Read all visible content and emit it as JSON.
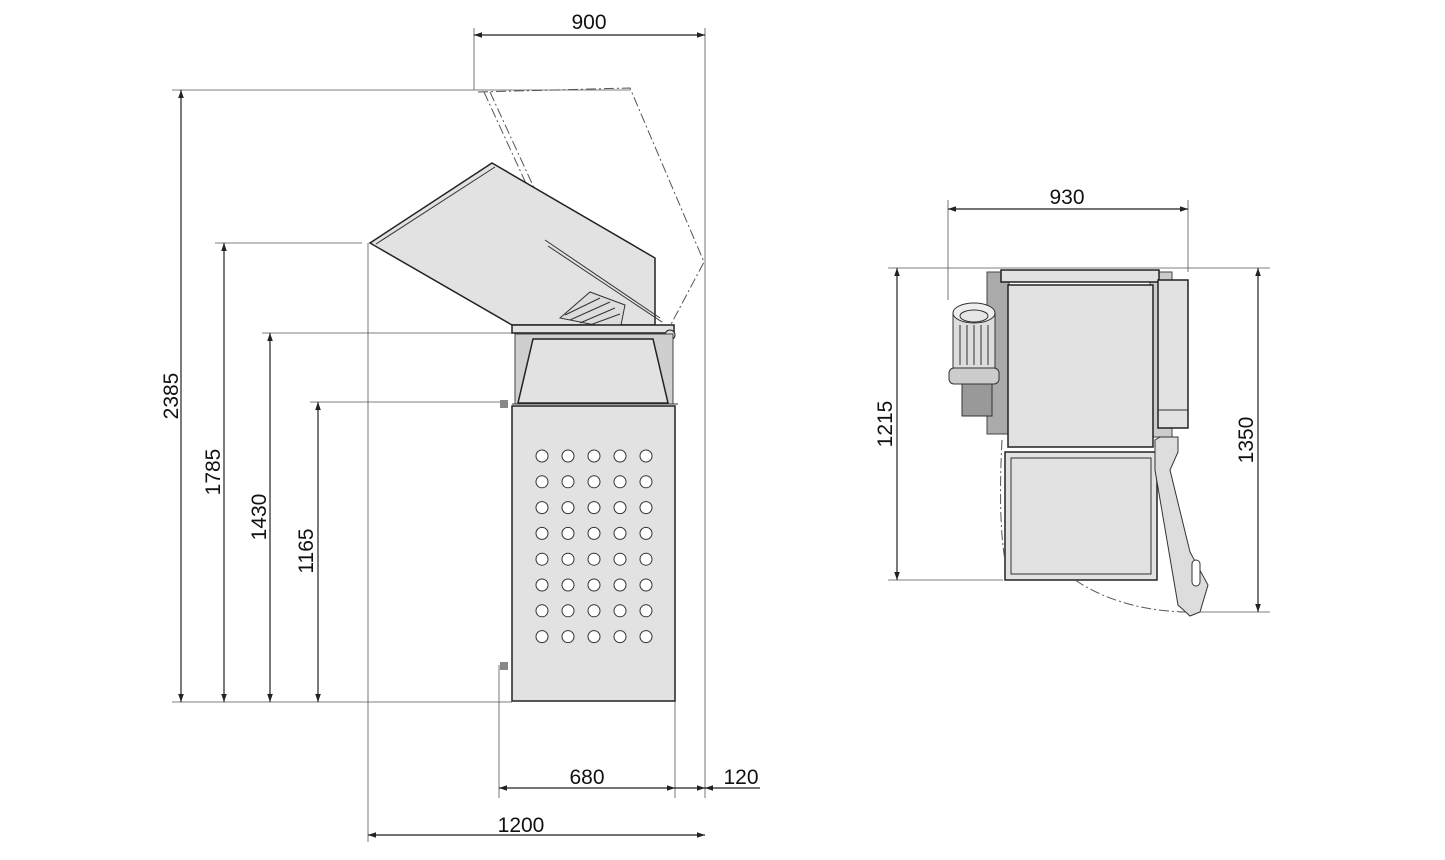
{
  "side_view": {
    "dimensions": {
      "hopper_open_width": "900",
      "total_height_open": "2385",
      "hopper_top_height": "1785",
      "lid_height": "1430",
      "body_height": "1165",
      "body_depth": "680",
      "overhang": "120",
      "total_depth": "1200"
    }
  },
  "front_view": {
    "dimensions": {
      "width": "930",
      "height": "1215",
      "height_with_arm": "1350"
    }
  }
}
